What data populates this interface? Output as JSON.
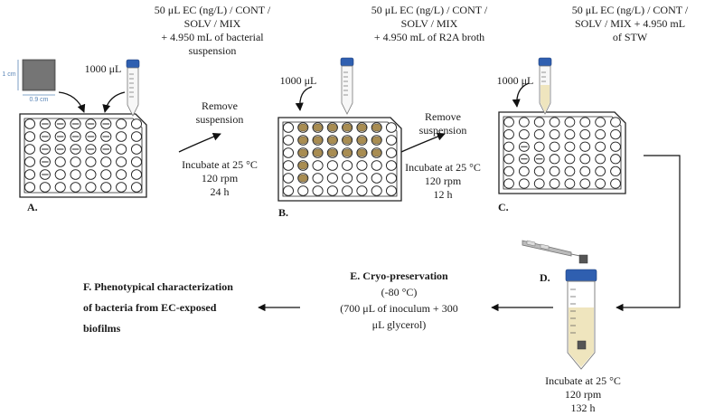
{
  "top_notes": {
    "col1": [
      "50 μL EC (ng/L) / CONT /",
      "SOLV / MIX",
      "+ 4.950 mL of bacterial",
      "suspension"
    ],
    "col2": [
      "50 μL EC (ng/L) / CONT /",
      "SOLV / MIX",
      "+ 4.950 mL of R2A  broth"
    ],
    "col3": [
      "50 μL EC (ng/L) / CONT /",
      "SOLV / MIX + 4.950 mL",
      "of STW"
    ]
  },
  "coupon": {
    "height_label": "1 cm",
    "width_label": "0.9 cm"
  },
  "volumes": {
    "a": "1000 μL",
    "b": "1000 μL",
    "c": "1000 μL"
  },
  "step_labels": {
    "a": "A.",
    "b": "B.",
    "c": "C.",
    "d": "D."
  },
  "transfer1": {
    "action": [
      "Remove",
      "suspension"
    ],
    "incubation": [
      "Incubate at 25 °C",
      "120 rpm",
      "24 h"
    ]
  },
  "transfer2": {
    "action": [
      "Remove",
      "suspension"
    ],
    "incubation": [
      "Incubate at 25 °C",
      "120 rpm",
      "12 h"
    ]
  },
  "incubation_d": [
    "Incubate at 25 °C",
    "120 rpm",
    "132 h"
  ],
  "step_e": [
    "E. Cryo-preservation",
    "(-80 °C)",
    "(700 μL of inoculum + 300",
    "μL glycerol)"
  ],
  "step_f": [
    "F. Phenotypical characterization",
    "of  bacteria from EC-exposed",
    "biofilms"
  ],
  "colors": {
    "tube_cap": "#2f5fb0",
    "stopper": "#555555",
    "biofilm": "#a98d52",
    "liquid": "#efe5be",
    "outline": "#222222"
  }
}
